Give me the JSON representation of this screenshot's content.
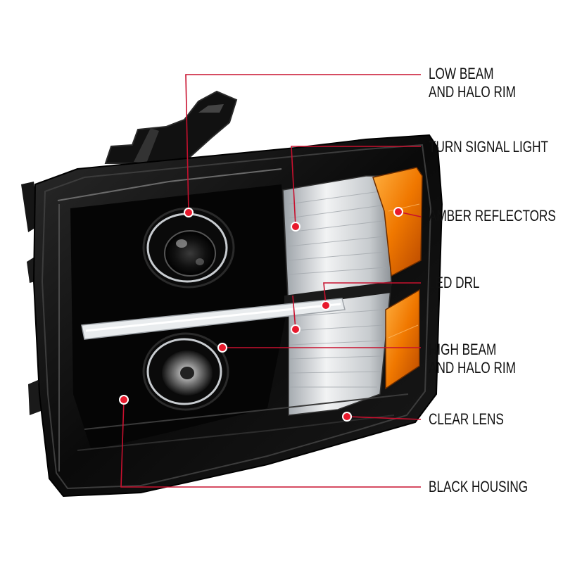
{
  "colors": {
    "leader_line": "#c8102e",
    "dot": "#e8192c",
    "housing": "#0c0c0c",
    "amber": "#f07800",
    "clear_lens": "#d9dcdf",
    "background": "#ffffff"
  },
  "callouts": [
    {
      "id": "low-beam",
      "lines": [
        "LOW BEAM",
        "AND HALO RIM"
      ]
    },
    {
      "id": "turn-signal",
      "lines": [
        "TURN SIGNAL LIGHT"
      ]
    },
    {
      "id": "amber-reflectors",
      "lines": [
        "AMBER REFLECTORS"
      ]
    },
    {
      "id": "led-drl",
      "lines": [
        "LED DRL"
      ]
    },
    {
      "id": "high-beam",
      "lines": [
        "HIGH BEAM",
        "AND HALO RIM"
      ]
    },
    {
      "id": "clear-lens",
      "lines": [
        "CLEAR LENS"
      ]
    },
    {
      "id": "black-housing",
      "lines": [
        "BLACK HOUSING"
      ]
    }
  ]
}
